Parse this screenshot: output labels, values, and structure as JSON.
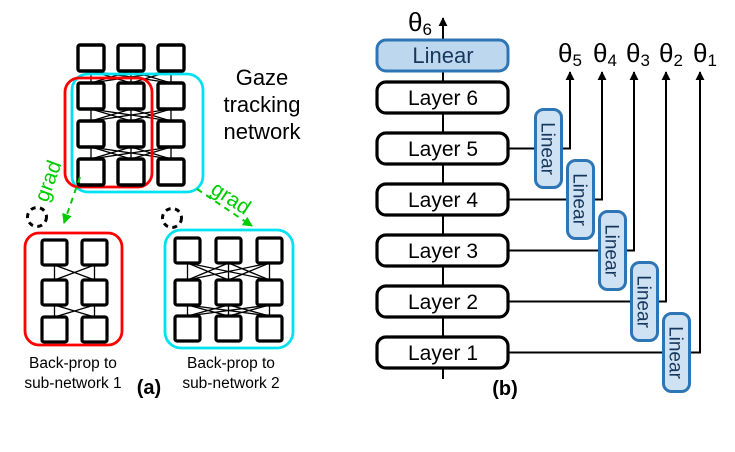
{
  "colors": {
    "red": "#FF0000",
    "cyan": "#00E1F1",
    "green": "#00CC00",
    "blueBorder": "#2E75B6",
    "blueFill": "#CFE2F3",
    "blueFillTop": "#BDD7EE",
    "blueText": "#17375E"
  },
  "panel_a": {
    "network_title": [
      "Gaze",
      "tracking",
      "network"
    ],
    "grad_left": "grad",
    "grad_right": "grad",
    "subnet1_caption": [
      "Back-prop to",
      "sub-network 1"
    ],
    "subnet2_caption": [
      "Back-prop to",
      "sub-network 2"
    ],
    "panel_label": "(a)"
  },
  "panel_b": {
    "panel_label": "(b)",
    "output_linear": "Linear",
    "layers": [
      "Layer 6",
      "Layer 5",
      "Layer 4",
      "Layer 3",
      "Layer 2",
      "Layer 1"
    ],
    "branch_linears": [
      "Linear",
      "Linear",
      "Linear",
      "Linear",
      "Linear"
    ],
    "thetas": [
      {
        "sym": "θ",
        "sub": "6"
      },
      {
        "sym": "θ",
        "sub": "5"
      },
      {
        "sym": "θ",
        "sub": "4"
      },
      {
        "sym": "θ",
        "sub": "3"
      },
      {
        "sym": "θ",
        "sub": "2"
      },
      {
        "sym": "θ",
        "sub": "1"
      }
    ]
  }
}
